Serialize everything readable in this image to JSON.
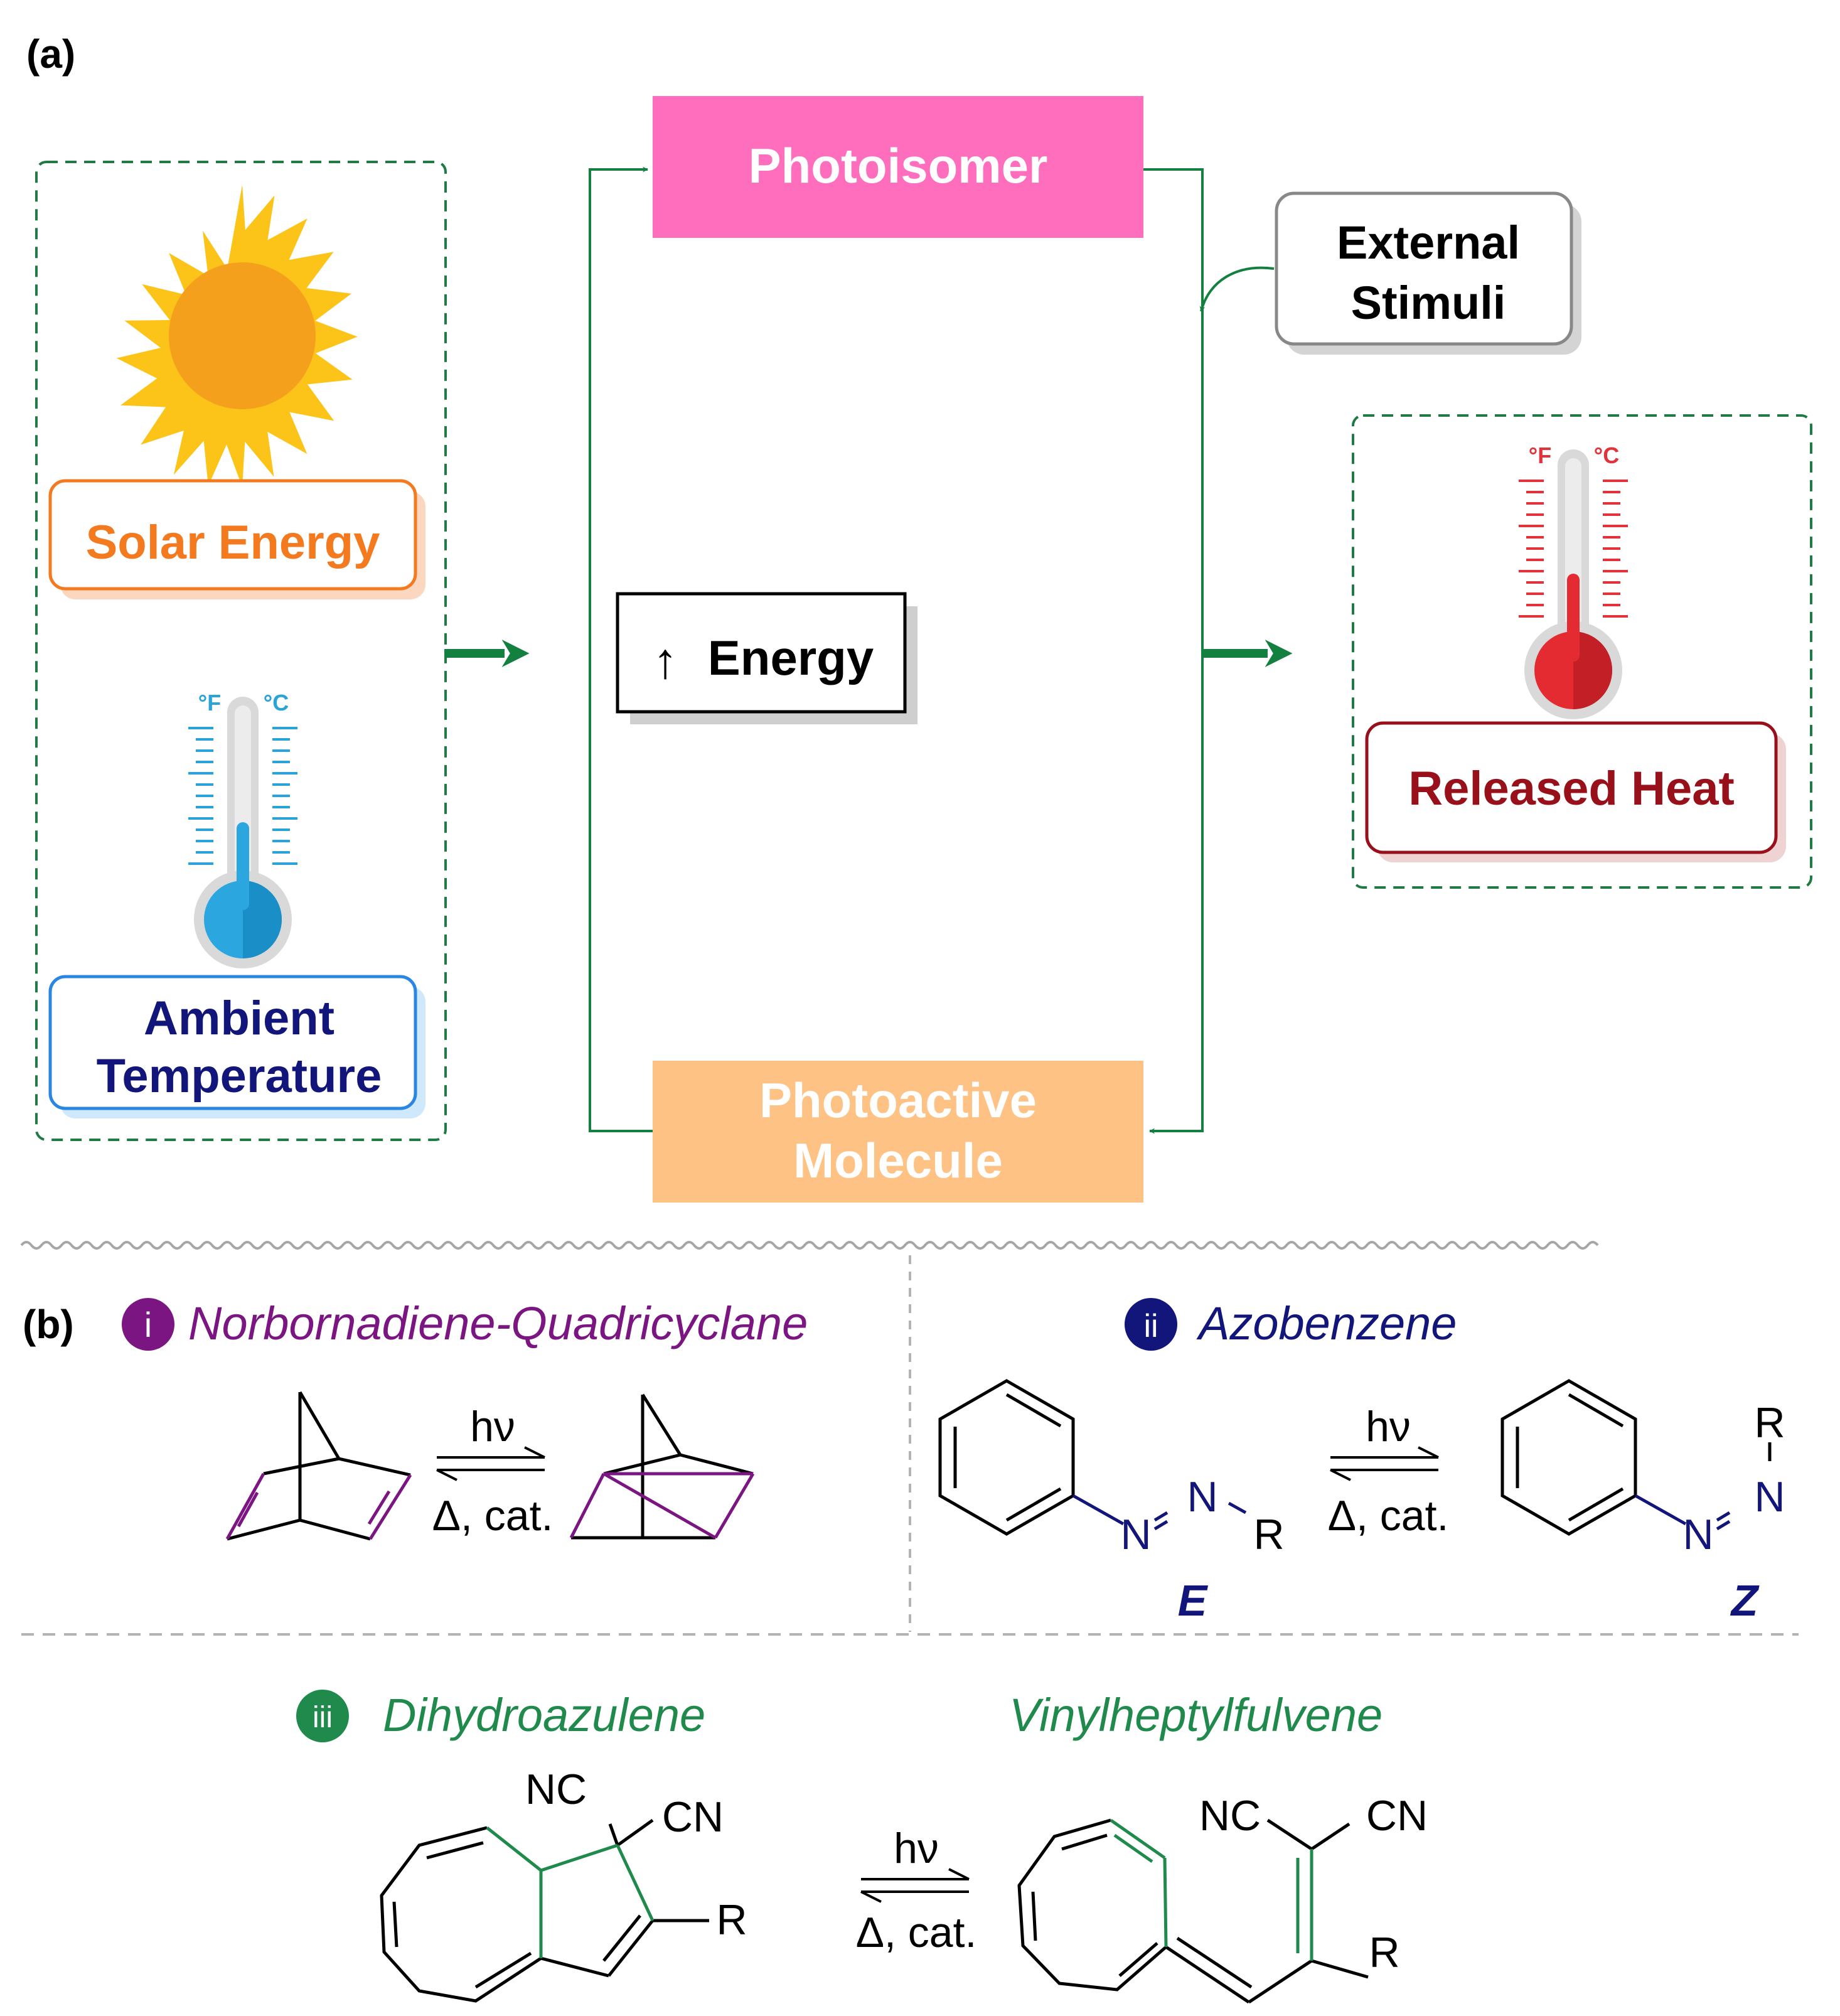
{
  "panel_a": {
    "label": "(a)",
    "inputs": {
      "solar_label": "Solar Energy",
      "ambient_line1": "Ambient",
      "ambient_line2": "Temperature"
    },
    "cycle": {
      "photoisomer": "Photoisomer",
      "photoactive_line1": "Photoactive",
      "photoactive_line2": "Molecule",
      "energy_arrow": "↑",
      "energy_label": "Energy",
      "stimuli_line1": "External",
      "stimuli_line2": "Stimuli"
    },
    "output": {
      "heat_label": "Released Heat"
    },
    "thermometer_units": {
      "fahrenheit": "°F",
      "celsius": "°C"
    },
    "colors": {
      "flow_green": "#14803f",
      "photoisomer_fill": "#ff6ebd",
      "photoactive_fill": "#ffc285",
      "solar_orange": "#f47a1f",
      "ambient_navy": "#12167a",
      "heat_darkred": "#98101a"
    }
  },
  "panel_b": {
    "label": "(b)",
    "section_i": {
      "numeral": "i",
      "title": "Norbornadiene-Quadricyclane",
      "forward": "hν",
      "reverse": "Δ, cat.",
      "color": "#7b1582"
    },
    "section_ii": {
      "numeral": "ii",
      "title": "Azobenzene",
      "forward": "hν",
      "reverse": "Δ, cat.",
      "isomer_e": "E",
      "isomer_z": "Z",
      "atom_n": "N",
      "atom_r": "R",
      "color": "#12167a"
    },
    "section_iii": {
      "numeral": "iii",
      "title_left": "Dihydroazulene",
      "title_right": "Vinylheptylfulvene",
      "forward": "hν",
      "reverse": "Δ, cat.",
      "nc": "NC",
      "cn": "CN",
      "atom_r": "R",
      "color": "#1f8a4c"
    }
  }
}
